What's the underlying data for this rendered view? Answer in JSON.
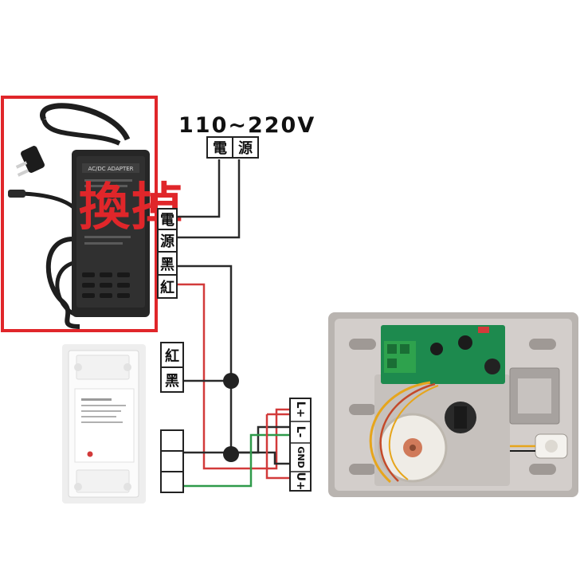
{
  "voltage_label": "110~220V",
  "top_terminal_labels": [
    "電",
    "源"
  ],
  "adapter_wire_labels": [
    "電",
    "源",
    "黑",
    "紅"
  ],
  "adapter_overlay_text": "換掉",
  "adapter_case_text": "AC/DC ADAPTER",
  "controller_wire_labels": [
    "紅",
    "黑"
  ],
  "lock_terminal_labels": [
    "L+",
    "L-",
    "GND",
    "U+"
  ],
  "colors": {
    "wire_black": "#2a2a2a",
    "wire_red": "#d23a3a",
    "wire_green": "#2f9a4a",
    "highlight_box": "#e0262a",
    "overlay_text": "#e0262a"
  }
}
